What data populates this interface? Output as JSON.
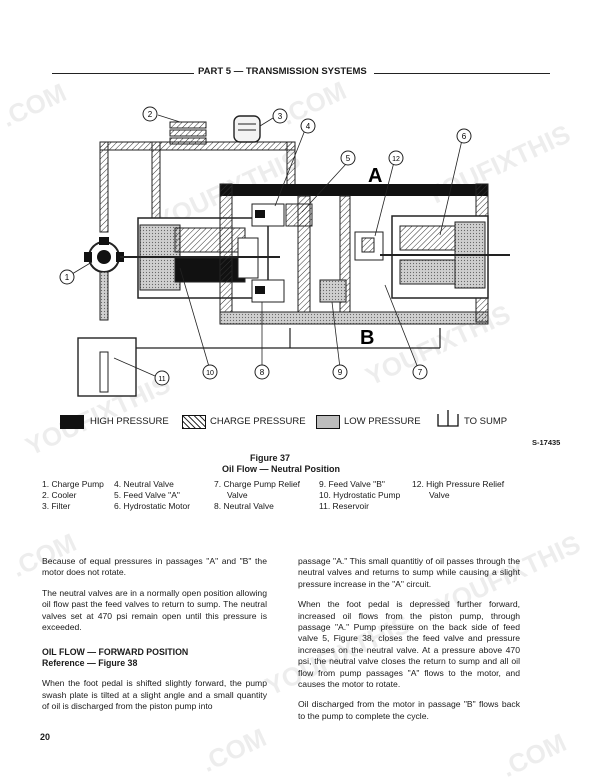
{
  "header": {
    "title": "PART 5 — TRANSMISSION SYSTEMS"
  },
  "diagram": {
    "label_a": "A",
    "label_b": "B",
    "callouts": [
      "1",
      "2",
      "3",
      "4",
      "5",
      "6",
      "7",
      "8",
      "9",
      "10",
      "11",
      "12"
    ]
  },
  "legend": {
    "high": "HIGH PRESSURE",
    "charge": "CHARGE PRESSURE",
    "low": "LOW PRESSURE",
    "sump": "TO SUMP"
  },
  "catalog_number": "S-17435",
  "figure": {
    "number": "Figure 37",
    "title": "Oil Flow — Neutral Position"
  },
  "parts": {
    "col1": [
      "1. Charge Pump",
      "2. Cooler",
      "3. Filter"
    ],
    "col2": [
      "4. Neutral Valve",
      "5. Feed Valve \"A\"",
      "6. Hydrostatic Motor"
    ],
    "col3": [
      "7. Charge Pump Relief",
      "Valve",
      "8. Neutral Valve"
    ],
    "col4": [
      "9. Feed Valve \"B\"",
      "10. Hydrostatic Pump",
      "11. Reservoir"
    ],
    "col5": [
      "12. High Pressure Relief",
      "Valve"
    ]
  },
  "left_text": {
    "p1": "Because of equal pressures in passages \"A\" and \"B\" the motor does not rotate.",
    "p2": "The neutral valves are in a normally open position allowing oil flow past the feed valves to return to sump. The neutral valves set at 470 psi remain open until this pressure is exceeded.",
    "heading": "OIL FLOW — FORWARD POSITION",
    "reference": "Reference — Figure 38",
    "p3": "When the foot pedal is shifted slightly forward, the pump swash plate is tilted at a slight angle and a small quantity of oil is discharged from the piston pump into"
  },
  "right_text": {
    "p1": "passage \"A.\" This small quantitiy of oil passes through the neutral valves and returns to sump while causing a slight pressure increase in the \"A\" circuit.",
    "p2": "When the foot pedal is depressed further forward, increased oil flows from the piston pump, through passage \"A.\" Pump pressure on the back side of feed valve 5, Figure 38, closes the feed valve and pressure increases on the neutral valve. At a pressure above 470 psi, the neutral valve closes the return to sump and all oil flow from pump passages \"A\" flows to the motor, and causes the motor to rotate.",
    "p3": "Oil discharged from the motor in passage \"B\" flows back to the pump to complete the cycle."
  },
  "page_number": "20",
  "watermark": {
    "site": "YOUFIXTHIS",
    "com": ".COM"
  }
}
